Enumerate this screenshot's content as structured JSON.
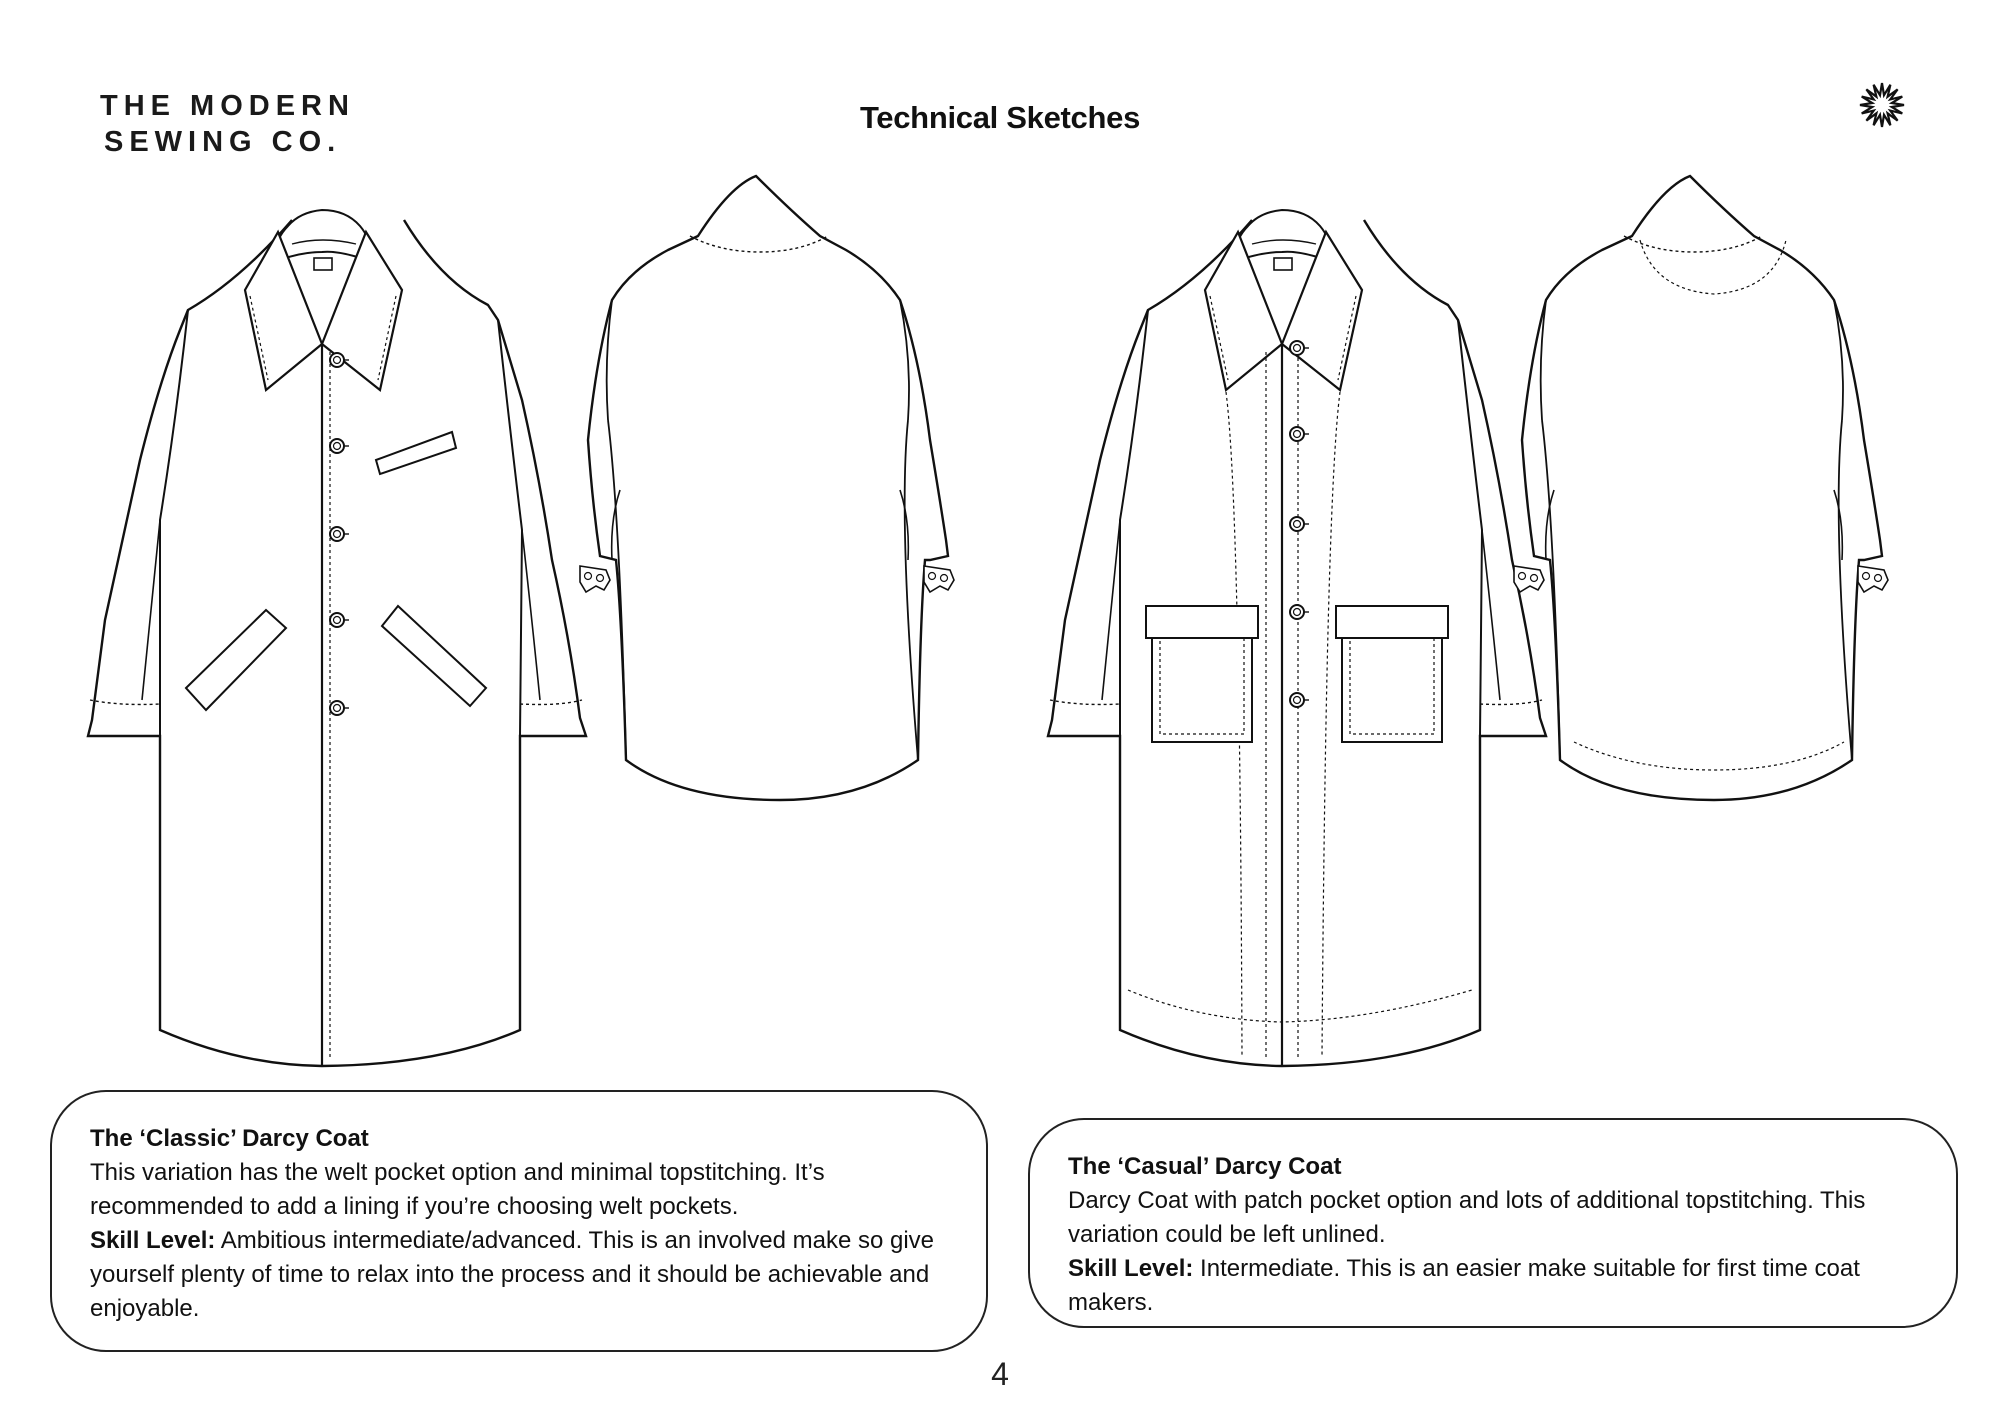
{
  "brand": {
    "line1": "THE MODERN",
    "line2": "SEWING CO."
  },
  "page_title": "Technical Sketches",
  "icons": {
    "brand_mark": "starburst-icon"
  },
  "sketches": [
    {
      "name": "classic-coat-front",
      "icon": "coat-front-icon"
    },
    {
      "name": "classic-coat-back",
      "icon": "coat-back-icon"
    },
    {
      "name": "casual-coat-front",
      "icon": "coat-front-icon"
    },
    {
      "name": "casual-coat-back",
      "icon": "coat-back-icon"
    }
  ],
  "classic": {
    "title": "The ‘Classic’ Darcy Coat",
    "description": "This variation has the welt pocket option and minimal topstitching. It’s recommended to add a lining if you’re choosing welt pockets.",
    "skill_label": "Skill Level:",
    "skill_text": " Ambitious intermediate/advanced. This is an involved make so give yourself plenty of time to relax into the process and it should be achievable and enjoyable."
  },
  "casual": {
    "title": "The ‘Casual’ Darcy Coat",
    "description": "Darcy Coat with patch pocket option and lots of additional topstitching. This variation could be left unlined.",
    "skill_label": "Skill Level:",
    "skill_text": " Intermediate. This is an easier make suitable for first time coat makers."
  },
  "page_number": "4"
}
